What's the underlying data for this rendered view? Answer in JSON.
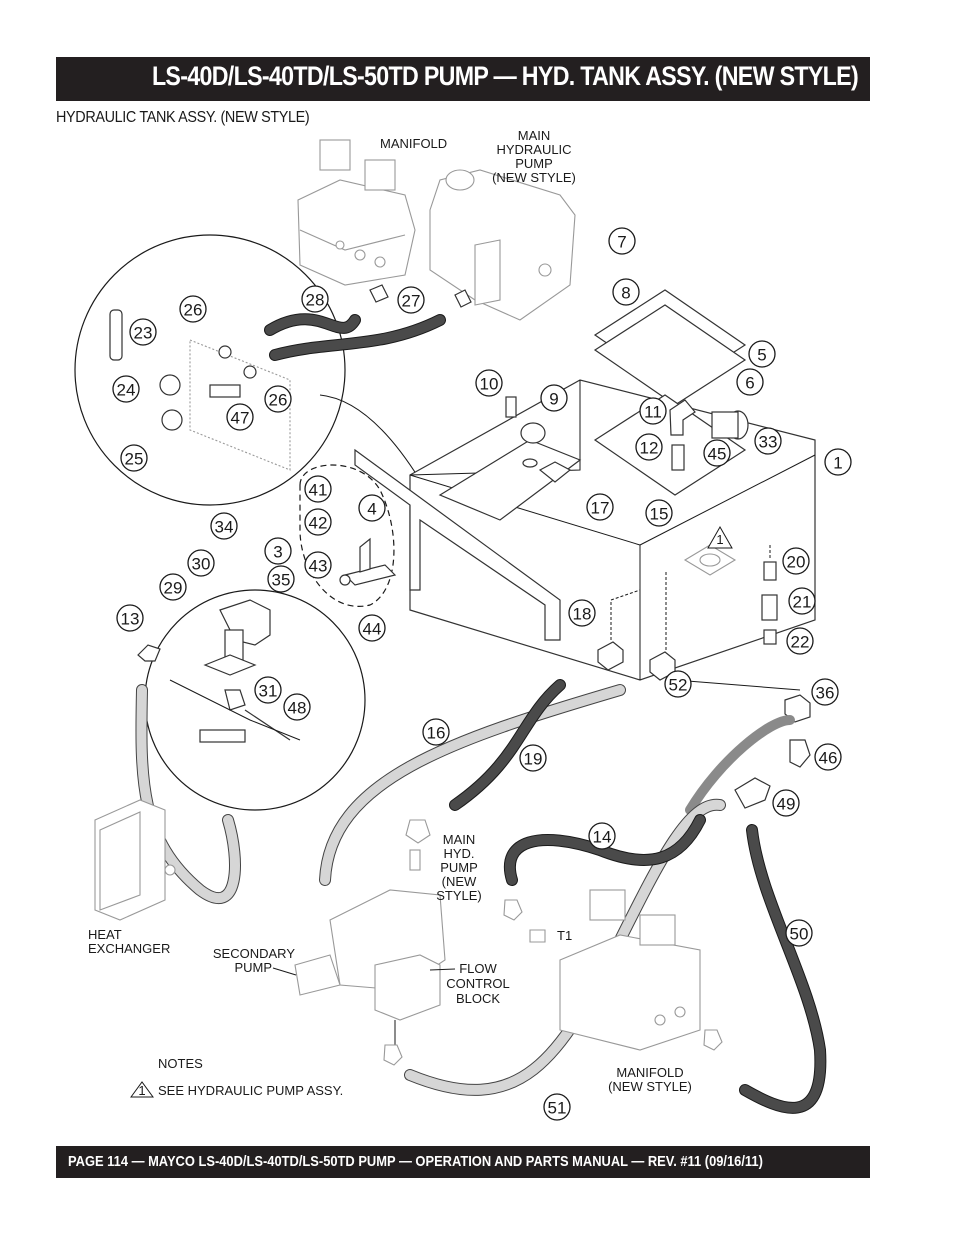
{
  "header": {
    "title": "LS-40D/LS-40TD/LS-50TD PUMP — HYD. TANK ASSY. (NEW STYLE)",
    "subtitle": "HYDRAULIC TANK ASSY. (NEW STYLE)"
  },
  "footer": {
    "text": "PAGE 114 — MAYCO LS-40D/LS-40TD/LS-50TD PUMP — OPERATION AND PARTS MANUAL — REV. #11  (09/16/11)"
  },
  "labels": {
    "manifold_top": "MANIFOLD",
    "main_pump_top": [
      "MAIN",
      "HYDRAULIC",
      "PUMP",
      "(NEW STYLE)"
    ],
    "main_pump_bottom": [
      "MAIN",
      "HYD.",
      "PUMP",
      "(NEW",
      "STYLE)"
    ],
    "heat_exchanger": [
      "HEAT",
      "EXCHANGER"
    ],
    "secondary_pump": [
      "SECONDARY",
      "PUMP"
    ],
    "flow_control": [
      "FLOW",
      "CONTROL",
      "BLOCK"
    ],
    "manifold_bottom": [
      "MANIFOLD",
      "(NEW STYLE)"
    ],
    "port_t1": "T1"
  },
  "notes": {
    "heading": "NOTES",
    "items": [
      {
        "marker": "1",
        "text": "SEE HYDRAULIC PUMP ASSY."
      }
    ]
  },
  "callouts": [
    "1",
    "3",
    "4",
    "5",
    "6",
    "7",
    "8",
    "9",
    "10",
    "11",
    "12",
    "13",
    "14",
    "15",
    "16",
    "17",
    "18",
    "19",
    "20",
    "21",
    "22",
    "23",
    "24",
    "25",
    "26",
    "26",
    "27",
    "28",
    "29",
    "30",
    "31",
    "33",
    "34",
    "35",
    "36",
    "41",
    "42",
    "43",
    "44",
    "45",
    "46",
    "47",
    "48",
    "49",
    "50",
    "51",
    "52"
  ],
  "colors": {
    "bar_bg": "#231f20",
    "bar_text": "#ffffff",
    "hose_dark": "#4a4a4a",
    "hose_light": "#d6d6d6"
  }
}
